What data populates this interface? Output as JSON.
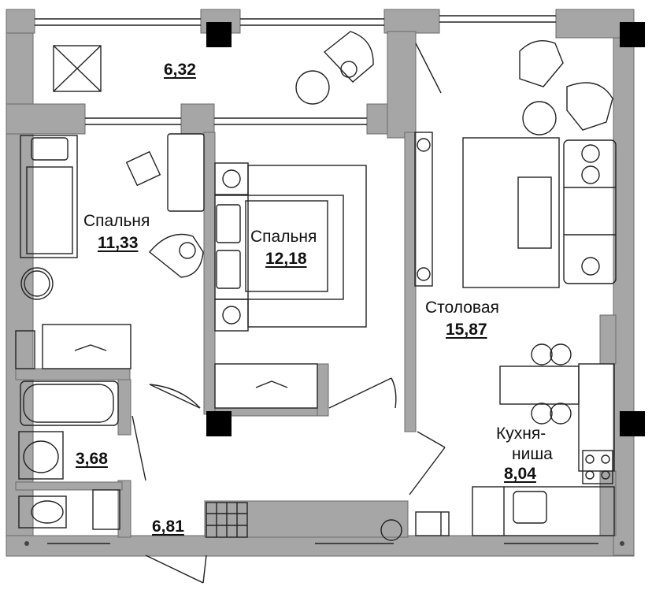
{
  "plan": {
    "rooms": [
      {
        "id": "balcony",
        "name": "",
        "area": "6,32"
      },
      {
        "id": "bedroom-1",
        "name": "Спальня",
        "area": "11,33"
      },
      {
        "id": "bedroom-2",
        "name": "Спальня",
        "area": "12,18"
      },
      {
        "id": "dining",
        "name": "Столовая",
        "area": "15,87"
      },
      {
        "id": "kitchen",
        "name_line1": "Кухня-",
        "name_line2": "ниша",
        "area": "8,04"
      },
      {
        "id": "bathroom",
        "name": "",
        "area": "3,68"
      },
      {
        "id": "hallway",
        "name": "",
        "area": "6,81"
      }
    ],
    "colors": {
      "wall": "#a6a6a6",
      "column": "#000000",
      "line": "#222222",
      "floor": "#ffffff"
    }
  }
}
